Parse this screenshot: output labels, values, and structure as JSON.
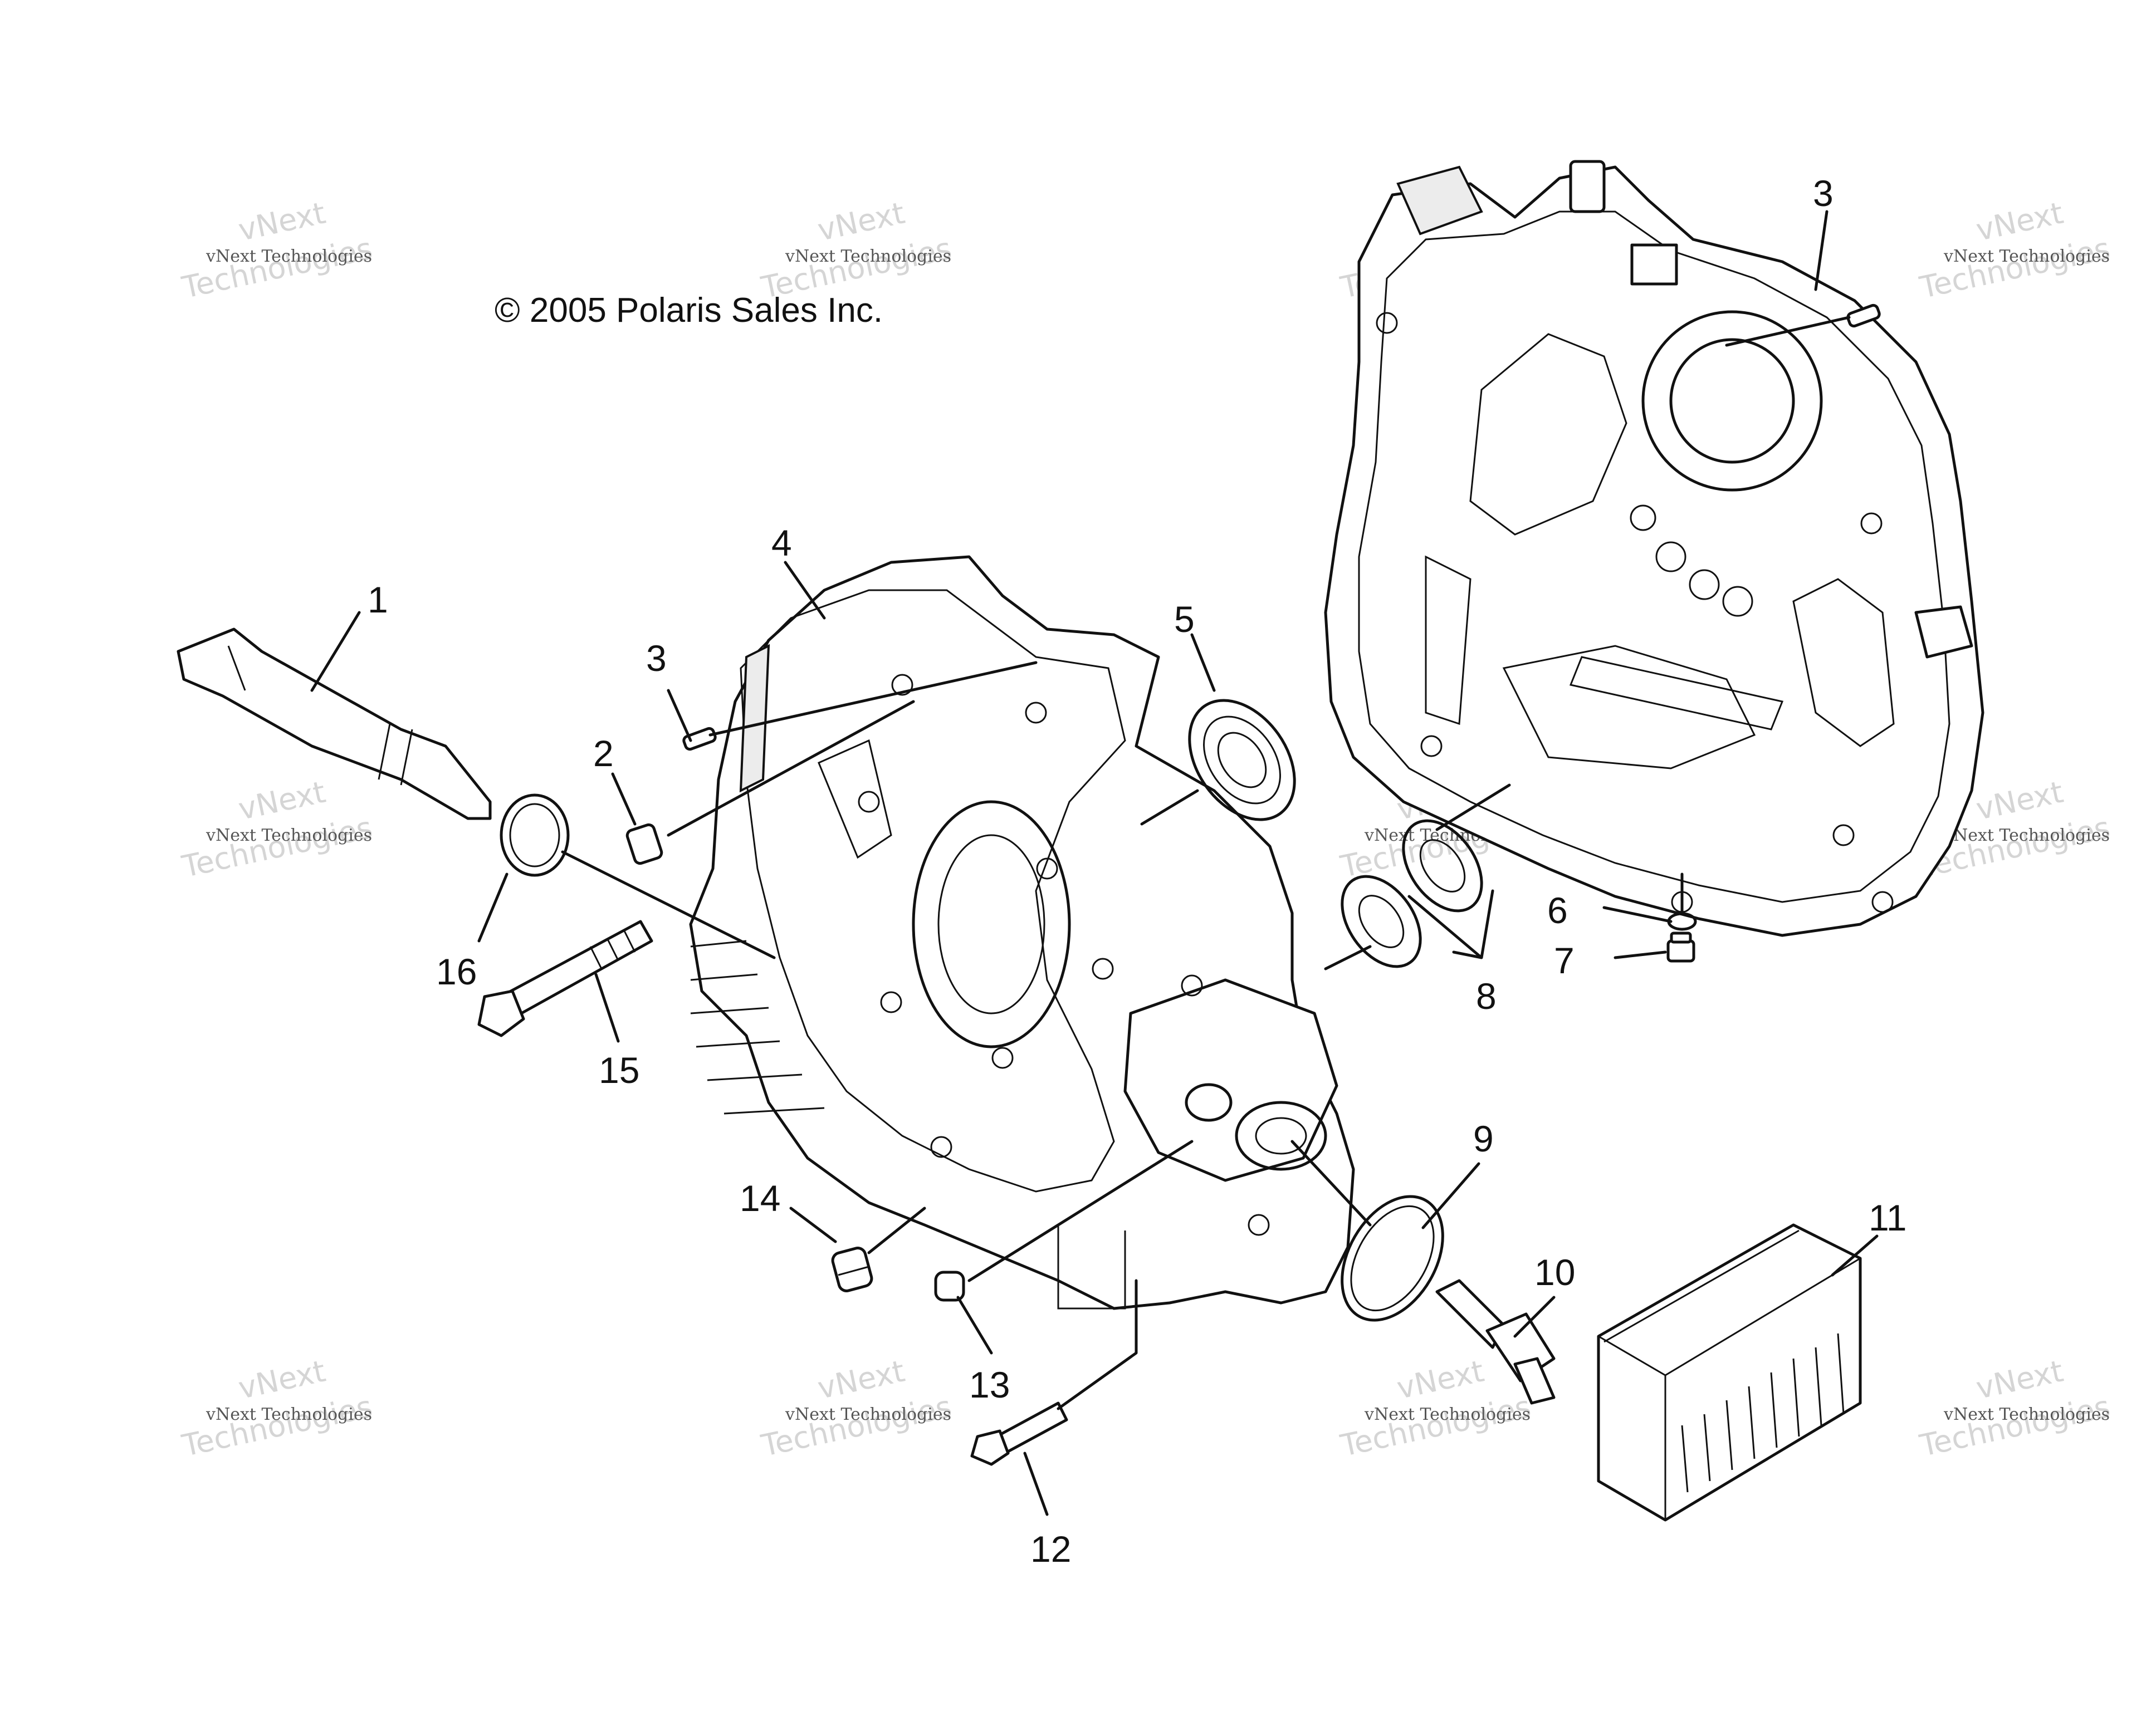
{
  "copyright": "© 2005 Polaris Sales Inc.",
  "watermark": {
    "small": "vNext Technologies",
    "big_top": "vNext",
    "big_bottom": "Technologies"
  },
  "callouts": [
    "1",
    "2",
    "3",
    "3",
    "4",
    "5",
    "6",
    "7",
    "8",
    "9",
    "10",
    "11",
    "12",
    "13",
    "14",
    "15",
    "16"
  ]
}
